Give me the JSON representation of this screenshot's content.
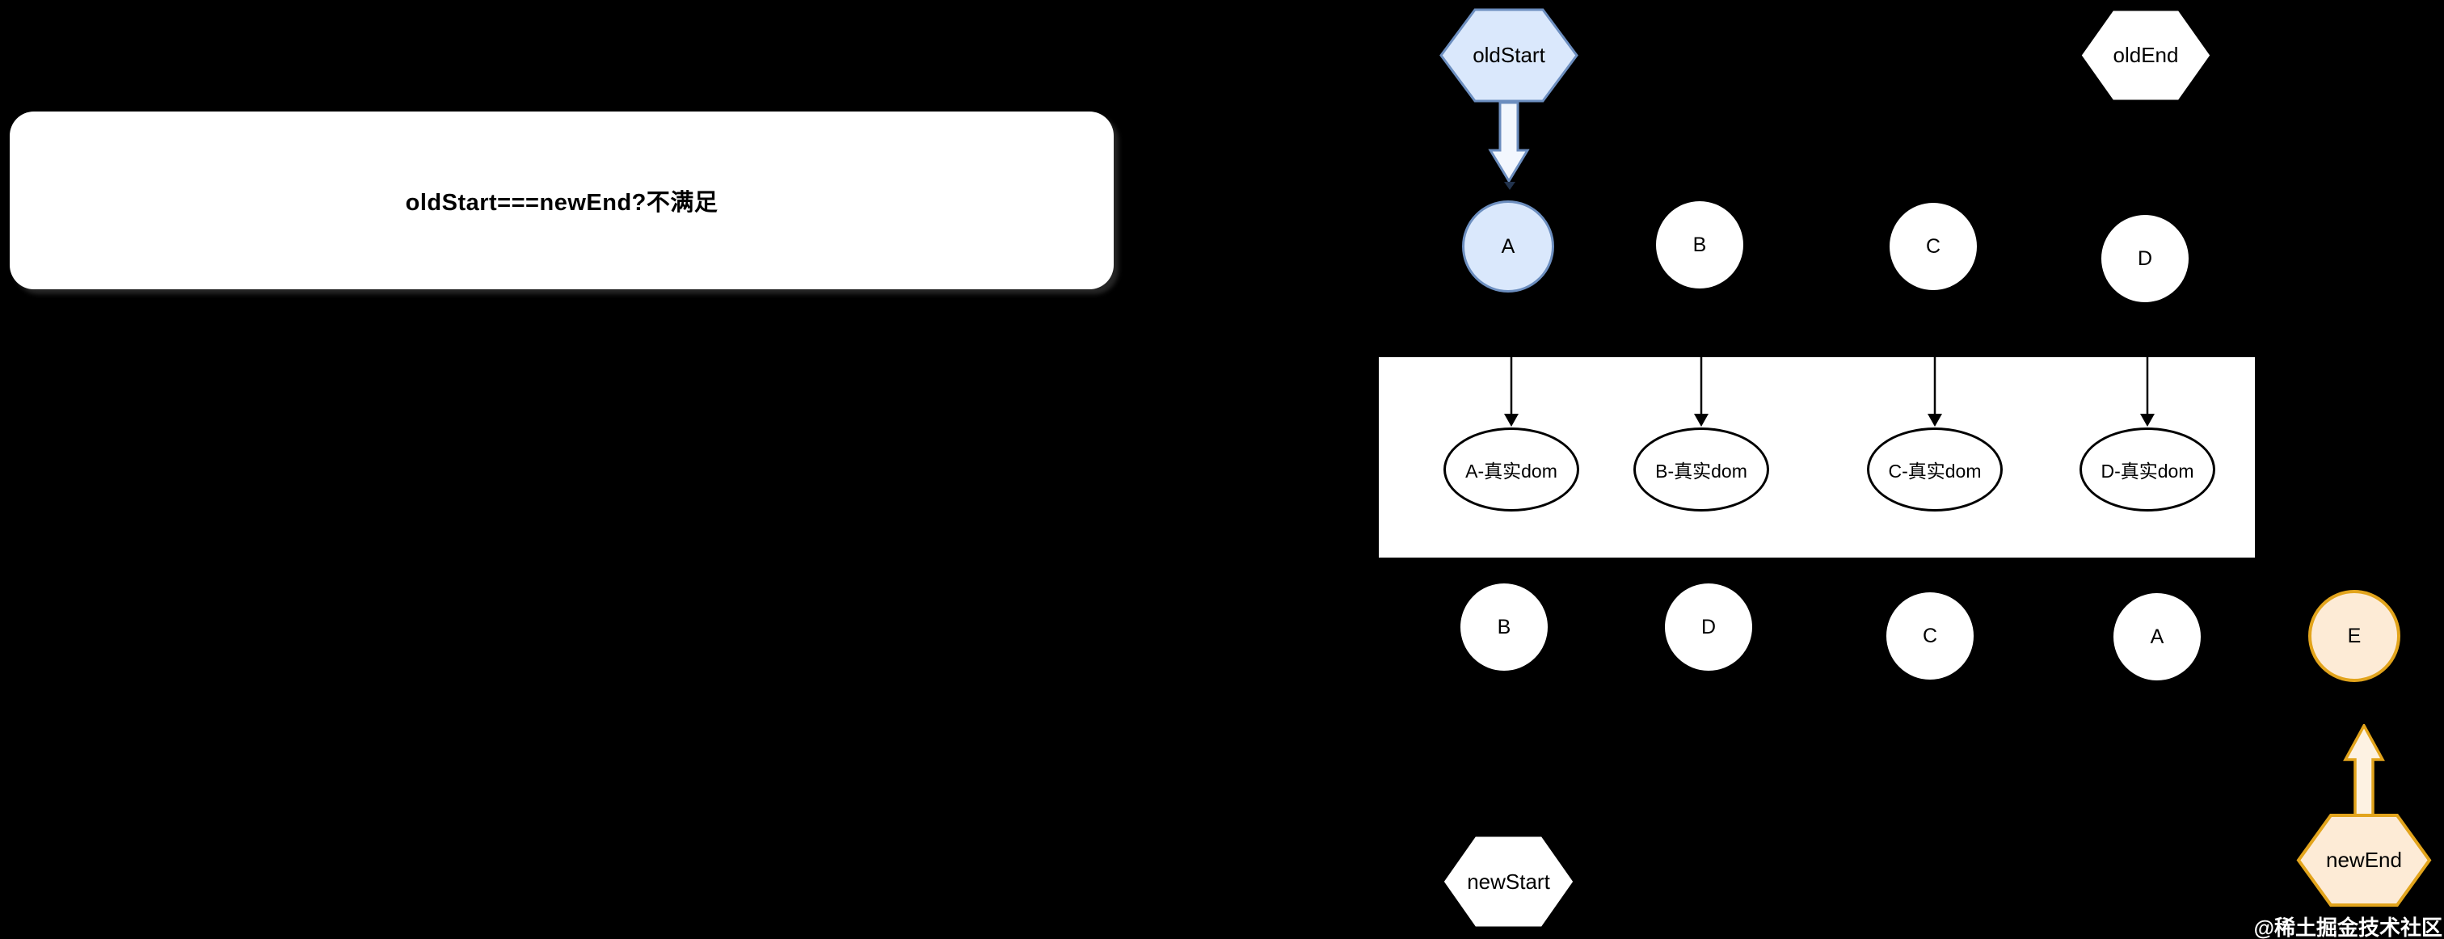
{
  "condition_box": {
    "label": "oldStart===newEnd?不满足"
  },
  "pointers": {
    "old_start": "oldStart",
    "old_end": "oldEnd",
    "new_start": "newStart",
    "new_end": "newEnd"
  },
  "old_vnodes": [
    "A",
    "B",
    "C",
    "D"
  ],
  "real_dom_nodes": [
    "A-真实dom",
    "B-真实dom",
    "C-真实dom",
    "D-真实dom"
  ],
  "new_vnodes": [
    "B",
    "D",
    "C",
    "A",
    "E"
  ],
  "watermark": {
    "text": "@稀土掘金技术社区"
  },
  "colors": {
    "canvas_bg": "#000000",
    "node_fill": "#ffffff",
    "node_stroke": "#000000",
    "blue_fill": "#dae8fc",
    "blue_stroke": "#6c8ebf",
    "blue_arrow_fill": "#f2f7fe",
    "orange_fill": "#fdebd6",
    "orange_stroke": "#e2a41c",
    "orange_arrow_fill": "#fdf2e2",
    "watermark": "#ffffff"
  }
}
